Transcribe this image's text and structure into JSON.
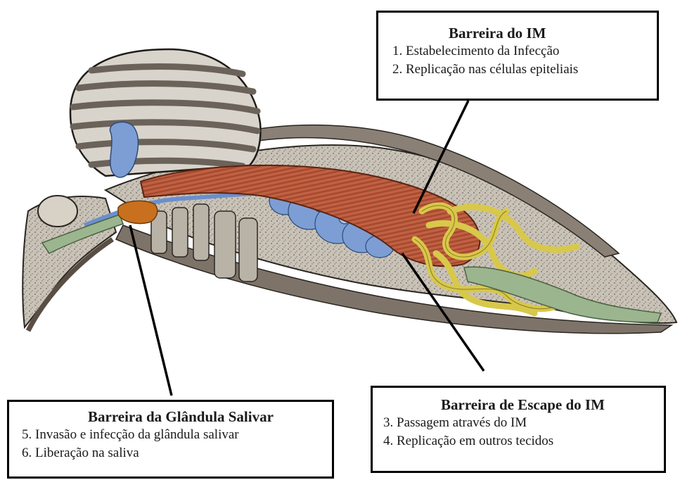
{
  "boxes": {
    "midgut": {
      "title": "Barreira do IM",
      "items": [
        "1. Estabelecimento da Infecção",
        "2. Replicação nas células epiteliais"
      ]
    },
    "escape": {
      "title": "Barreira de Escape do IM",
      "items": [
        "3. Passagem através do IM",
        "4. Replicação em outros tecidos"
      ]
    },
    "salivary": {
      "title": "Barreira da Glândula Salivar",
      "items": [
        "5. Invasão e infecção da glândula salivar",
        "6. Liberação na saliva"
      ]
    }
  },
  "colors": {
    "muscle": "#b5502f",
    "cuticle_stripe": "#9a8f86",
    "salivary_blue": "#7d9ed4",
    "midgut_red": "#c0573a",
    "malpighian_yellow": "#d8c84a",
    "hindgut_green": "#9bb58f",
    "salivary_gland_orange": "#c9701e"
  }
}
